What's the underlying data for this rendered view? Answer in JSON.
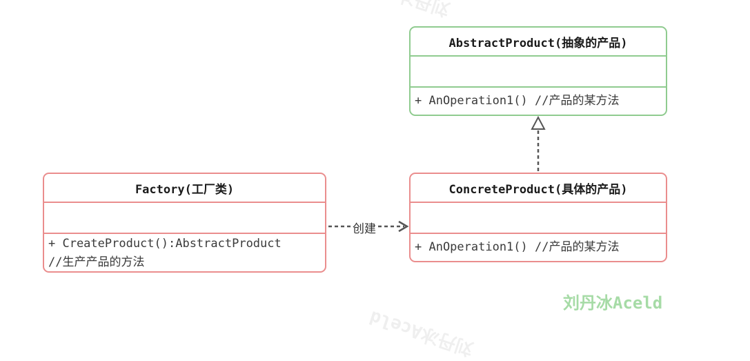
{
  "diagram": {
    "classes": {
      "abstract_product": {
        "title": "AbstractProduct(抽象的产品)",
        "methods": [
          "+ AnOperation1() //产品的某方法"
        ]
      },
      "factory": {
        "title": "Factory(工厂类)",
        "methods": [
          "+ CreateProduct():AbstractProduct",
          "//生产产品的方法"
        ]
      },
      "concrete_product": {
        "title": "ConcreteProduct(具体的产品)",
        "methods": [
          "+ AnOperation1() //产品的某方法"
        ]
      }
    },
    "relations": {
      "create_label": "创建"
    },
    "watermark": {
      "author": "刘丹冰Aceld"
    },
    "colors": {
      "green_border": "#8FCB8F",
      "red_border": "#EA8D8D",
      "arrow": "#555555",
      "watermark_green": "#A6DBA6",
      "header_text": "#1b1b1b",
      "method_text": "#3a3a3a"
    }
  }
}
